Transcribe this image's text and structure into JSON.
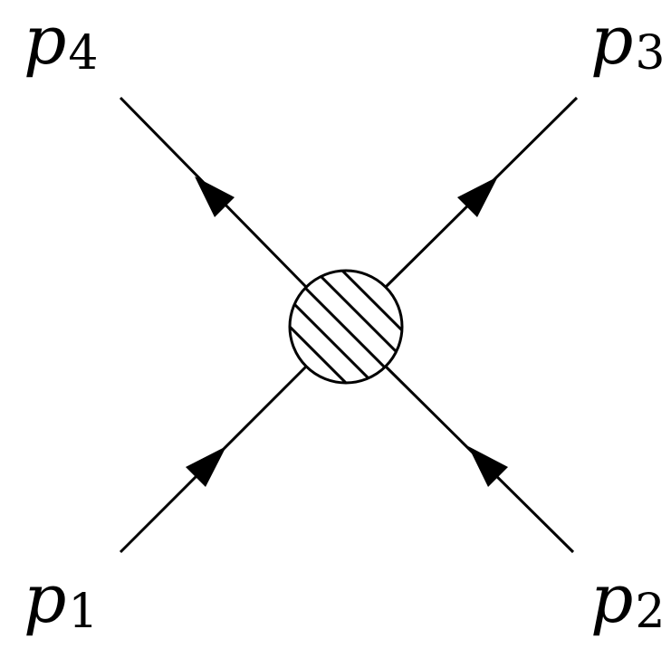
{
  "diagram": {
    "momenta": {
      "p1": {
        "symbol": "p",
        "subscript": "1",
        "direction": "incoming"
      },
      "p2": {
        "symbol": "p",
        "subscript": "2",
        "direction": "incoming"
      },
      "p3": {
        "symbol": "p",
        "subscript": "3",
        "direction": "outgoing"
      },
      "p4": {
        "symbol": "p",
        "subscript": "4",
        "direction": "outgoing"
      }
    },
    "vertex": {
      "fill": "hatched",
      "stroke": "#000000",
      "background": "#ffffff"
    },
    "line_color": "#000000"
  }
}
